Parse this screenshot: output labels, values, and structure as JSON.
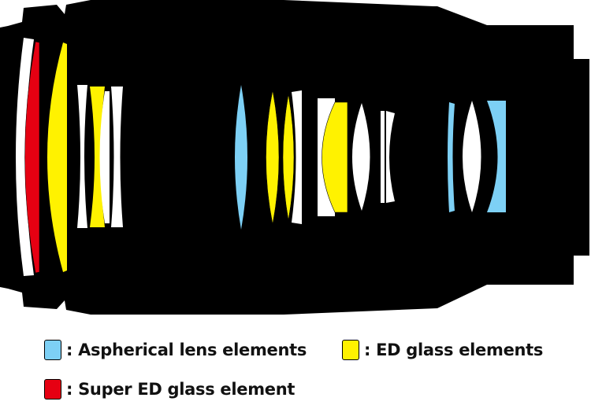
{
  "legend": [
    {
      "label": ": Aspherical lens elements",
      "color": "#7dd0f5"
    },
    {
      "label": ": ED glass elements",
      "color": "#fff200"
    },
    {
      "label": ": Super ED glass element",
      "color": "#e60012"
    }
  ],
  "colors": {
    "body": "#000000",
    "plain_glass": "#ffffff"
  }
}
